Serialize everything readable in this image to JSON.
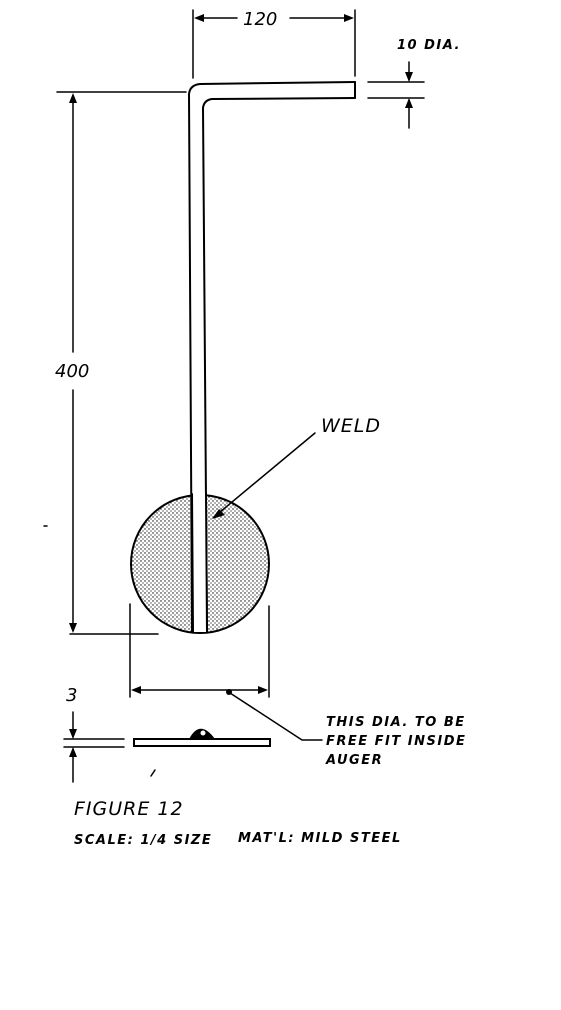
{
  "dimensions": {
    "width_120": "120",
    "bar_dia": "10 DIA.",
    "height_400": "400",
    "thickness_3": "3"
  },
  "labels": {
    "weld": "WELD",
    "note_line1": "THIS DIA. TO BE",
    "note_line2": "FREE FIT INSIDE",
    "note_line3": "AUGER"
  },
  "caption": {
    "figure": "FIGURE 12",
    "scale": "SCALE: 1/4 SIZE",
    "material": "MAT'L: MILD STEEL"
  }
}
